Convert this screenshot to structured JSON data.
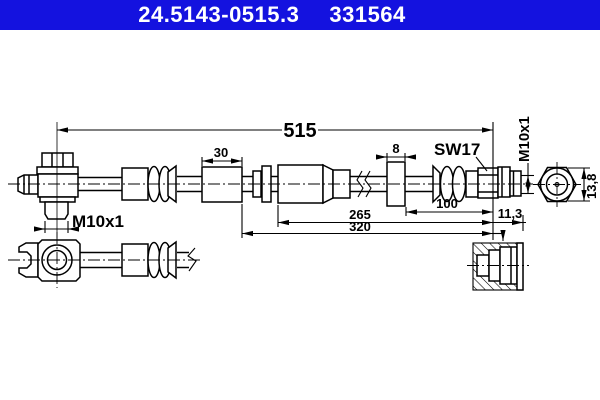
{
  "header": {
    "part_number": "24.5143-0515.3",
    "ref_number": "331564",
    "bg_color": "#1412df",
    "text_color": "#ffffff"
  },
  "drawing": {
    "stroke_color": "#000000",
    "dimensions": {
      "overall_length": "515",
      "grommet_width": "30",
      "bracket_thickness": "8",
      "wrench_size": "SW17",
      "banjo_bolt_thread": "M10x1",
      "end_fitting_thread": "M10x1",
      "union_to_end": "100",
      "hose_to_union": "265",
      "hose_to_grommet": "320",
      "tip_length": "11,3",
      "nut_across_flats": "13,8"
    }
  }
}
